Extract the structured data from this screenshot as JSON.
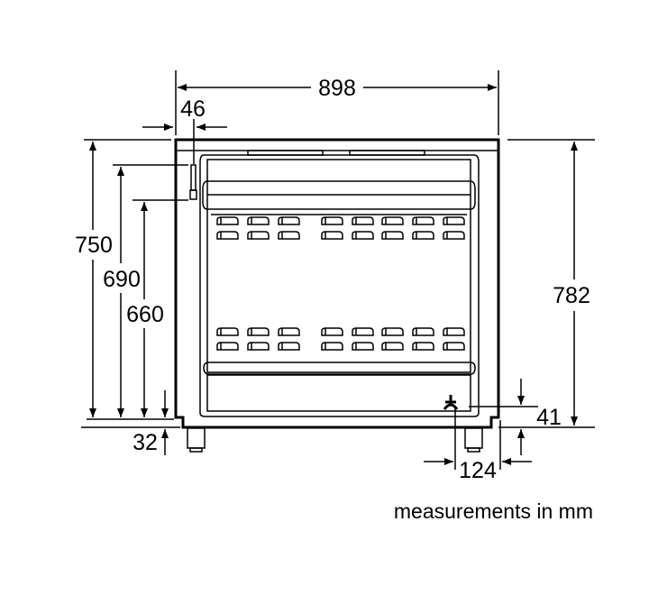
{
  "dimensions": {
    "width": "898",
    "control_knob_offset": "46",
    "height_total": "750",
    "height_knob_top": "690",
    "height_knob_bottom": "660",
    "foot_height": "32",
    "height_right": "782",
    "burner_height": "41",
    "burner_side_offset": "124"
  },
  "note": "measurements in mm"
}
